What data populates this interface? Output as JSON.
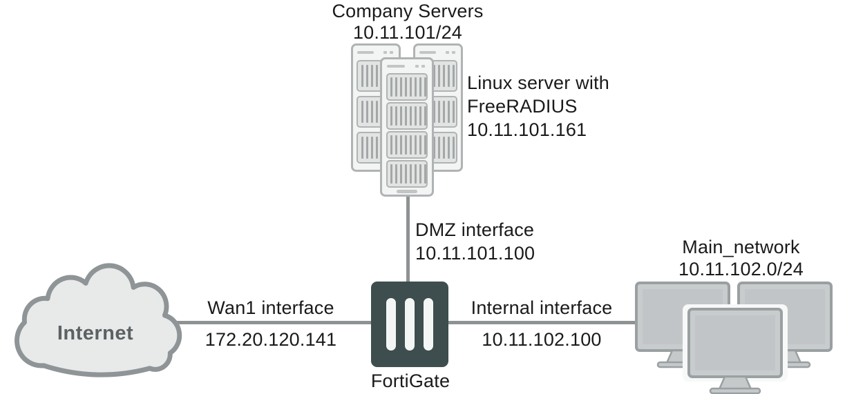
{
  "nodes": {
    "internet": {
      "label": "Internet"
    },
    "fortigate": {
      "label": "FortiGate"
    },
    "company_servers": {
      "title": "Company Servers",
      "subnet": "10.11.101/24"
    },
    "linux_server": {
      "line1": "Linux server with",
      "line2": "FreeRADIUS",
      "ip": "10.11.101.161"
    },
    "main_network": {
      "title": "Main_network",
      "subnet": "10.11.102.0/24"
    }
  },
  "links": {
    "wan1": {
      "label": "Wan1 interface",
      "ip": "172.20.120.141"
    },
    "dmz": {
      "label": "DMZ interface",
      "ip": "10.11.101.100"
    },
    "internal": {
      "label": "Internal interface",
      "ip": "10.11.102.100"
    }
  },
  "icons": {
    "internet": "cloud-icon",
    "fortigate": "firewall-icon",
    "company_servers": "server-tower-icon",
    "main_network": "desktop-monitor-icon"
  },
  "colors": {
    "wire": "#8e9293",
    "fortigate_box": "#3e4d4d",
    "fortigate_bars": "#f4f6f6",
    "cloud_fill": "#e8e9e9",
    "cloud_stroke": "#8f9496",
    "text": "#1a1a1a",
    "internet_text": "#5c6163"
  }
}
